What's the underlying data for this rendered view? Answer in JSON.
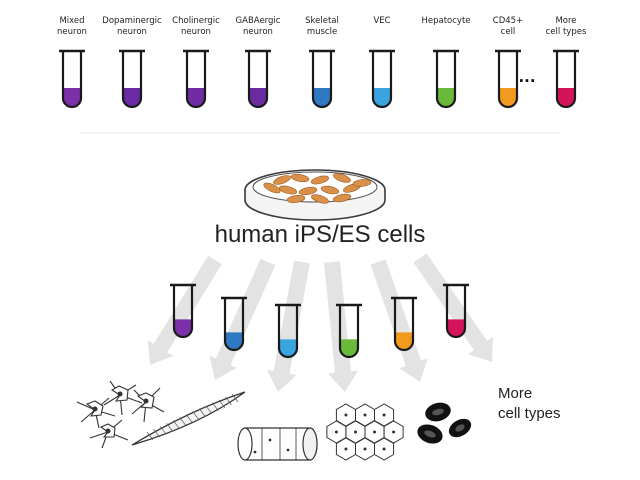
{
  "top_row": {
    "tubes": [
      {
        "label_lines": [
          "Mixed",
          "neuron"
        ],
        "color": "#7b2fa8"
      },
      {
        "label_lines": [
          "Dopaminergic",
          "neuron"
        ],
        "color": "#6a2aa3"
      },
      {
        "label_lines": [
          "Cholinergic",
          "neuron"
        ],
        "color": "#6f2ca5"
      },
      {
        "label_lines": [
          "GABAergic",
          "neuron"
        ],
        "color": "#6b2ba0"
      },
      {
        "label_lines": [
          "Skeletal",
          "muscle"
        ],
        "color": "#2f78c2"
      },
      {
        "label_lines": [
          "VEC"
        ],
        "color": "#3aa4df"
      },
      {
        "label_lines": [
          "Hepatocyte"
        ],
        "color": "#69b93a"
      },
      {
        "label_lines": [
          "CD45+",
          "cell"
        ],
        "color": "#f29a1f"
      },
      {
        "label_lines": [
          "More",
          "cell types"
        ],
        "color": "#d4145a"
      }
    ],
    "ellipsis": "..."
  },
  "center": {
    "title": "human iPS/ES cells"
  },
  "bottom_row": {
    "tube_colors": [
      "#7b2fa8",
      "#2f78c2",
      "#3aa4df",
      "#69b93a",
      "#f29a1f",
      "#d4145a"
    ],
    "more_label_lines": [
      "More",
      "cell types"
    ]
  },
  "colors": {
    "arrow": "#e3e3e3",
    "tube_outline": "#1a1a1a",
    "divider": "#eeeeee",
    "dish_cells": "#d9914a"
  }
}
